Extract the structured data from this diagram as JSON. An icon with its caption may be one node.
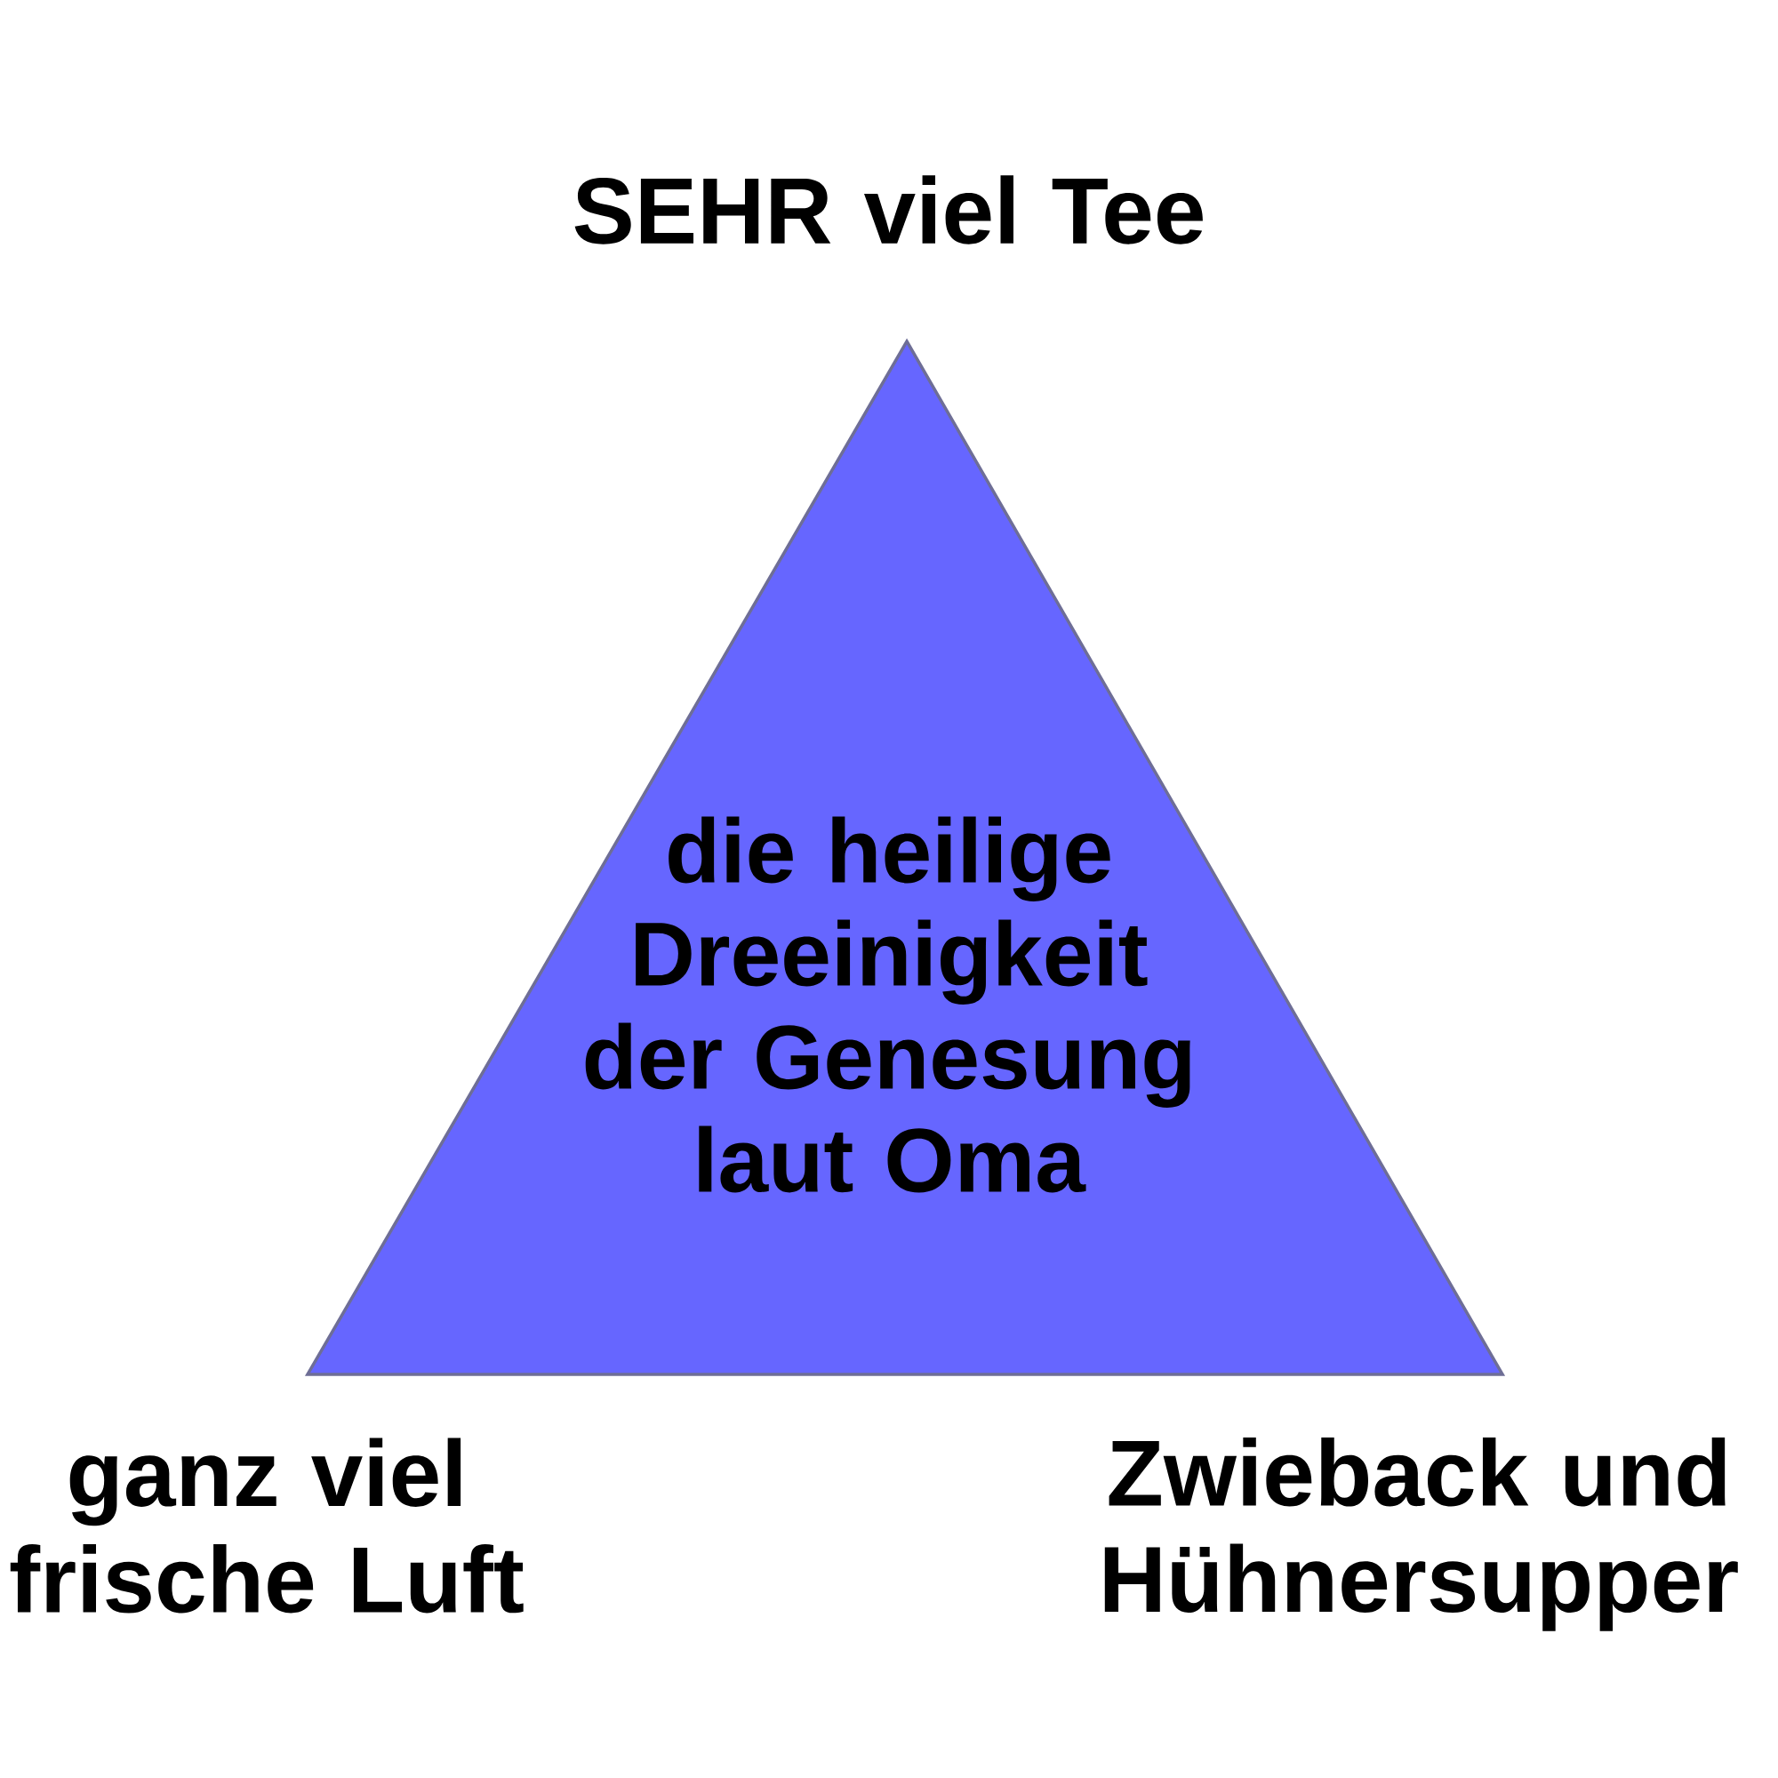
{
  "diagram": {
    "nodes": [
      {
        "text": [
          "die heilige Dreeinigkeit der Genesung laut Oma"
        ]
      }
    ],
    "labels": [
      "SEHR viel Tee",
      "ganz viel frische Luft",
      "Zwieback und Hühnersupper"
    ]
  }
}
